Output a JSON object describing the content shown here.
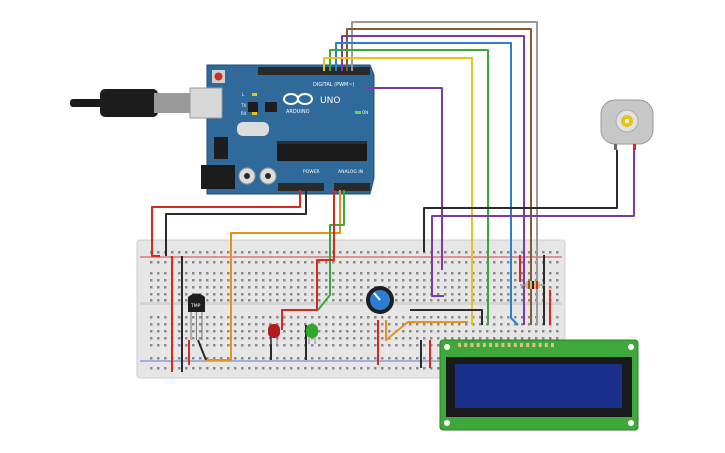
{
  "arduino": {
    "brand": "ARDUINO",
    "model": "UNO",
    "header_digital": "DIGITAL (PWM~)",
    "header_power": "POWER",
    "header_analog": "ANALOG IN",
    "led_tx": "TX",
    "led_rx": "RX",
    "led_l": "L",
    "led_on": "ON",
    "board_color": "#2f6a9a"
  },
  "sensor": {
    "label": "TMP"
  },
  "colors": {
    "red_wire": "#d42a20",
    "black_wire": "#2a2a2a",
    "orange_wire": "#e8911c",
    "green_wire": "#3da83a",
    "purple_wire": "#7b3aa8",
    "yellow_wire": "#e7c31c",
    "blue_wire": "#2a7fd2",
    "brown_wire": "#8a5a2a",
    "gray_wire": "#9a9a9a",
    "lcd_board": "#3fa83a",
    "lcd_screen": "#1a2f8a"
  }
}
